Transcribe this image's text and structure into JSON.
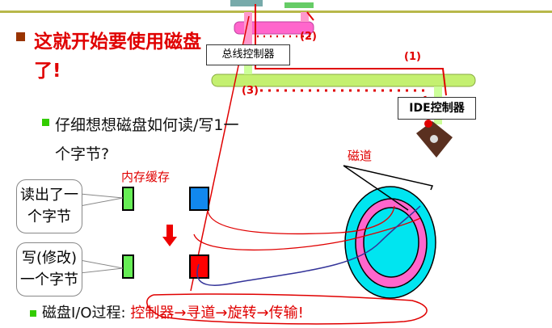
{
  "title_line1": "这就开始要使用磁盘",
  "title_line2": "了!",
  "bullet1_line1": "仔细想想磁盘如何读/写1一",
  "bullet1_line2": "个字节?",
  "cache_label": "内存缓存",
  "callout_read_line1": "读出了一",
  "callout_read_line2": "个字节",
  "callout_write_line1": "写(修改)",
  "callout_write_line2": "一个字节",
  "track_label": "磁道",
  "bus_controller": "总线控制器",
  "ide_controller": "IDE控制器",
  "step1": "(1)",
  "step2": "(2)",
  "step3": "(3)",
  "io_label": "磁盘I/O过程: ",
  "io_steps": "控制器→寻道→旋转→传输!",
  "colors": {
    "accent": "#e00000",
    "bullet_green": "#33cc00",
    "bullet_brown": "#993300",
    "track_cyan": "#00e5f0",
    "track_magenta": "#ff66cc"
  }
}
